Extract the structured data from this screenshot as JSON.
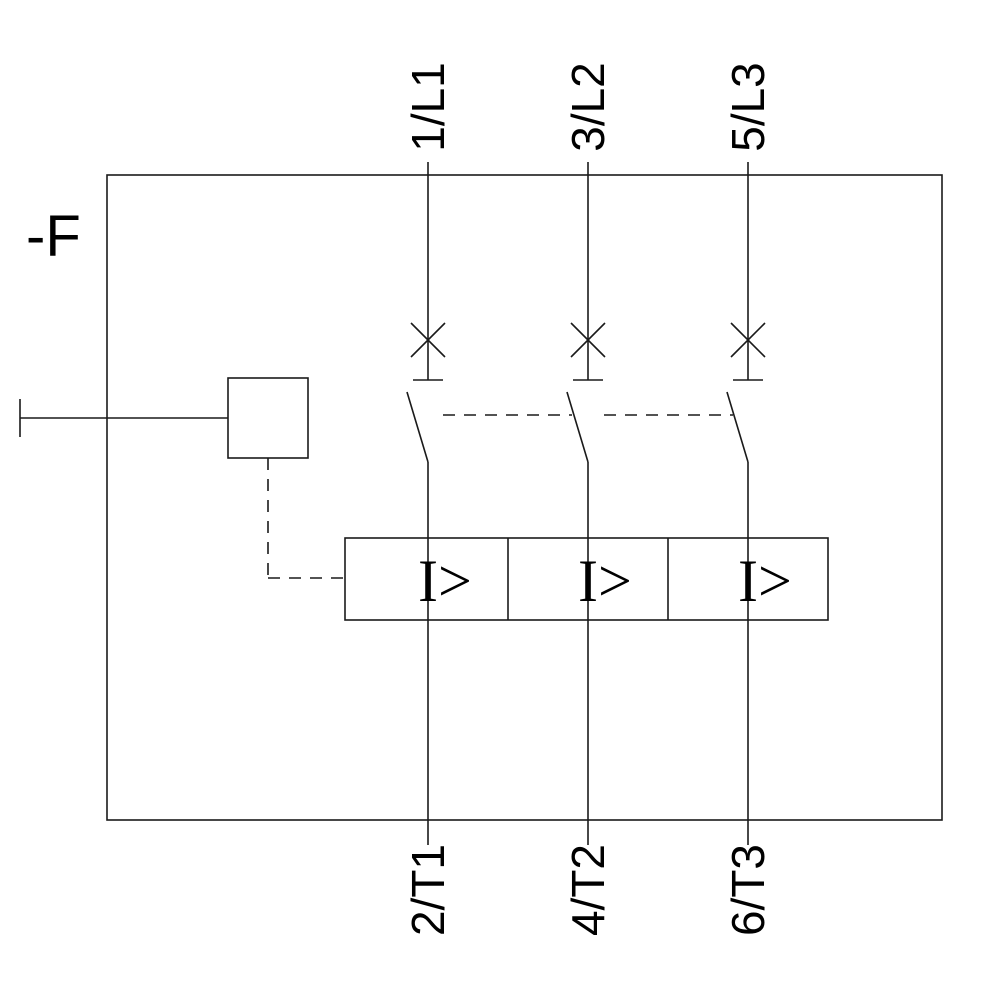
{
  "schematic": {
    "device_label": "-F",
    "top_terminals": [
      "1/L1",
      "3/L2",
      "5/L3"
    ],
    "bottom_terminals": [
      "2/T1",
      "4/T2",
      "6/T3"
    ],
    "trip_symbols": [
      "I>",
      "I>",
      "I>"
    ],
    "colors": {
      "line": "#1a1a1a",
      "background": "#ffffff"
    }
  }
}
